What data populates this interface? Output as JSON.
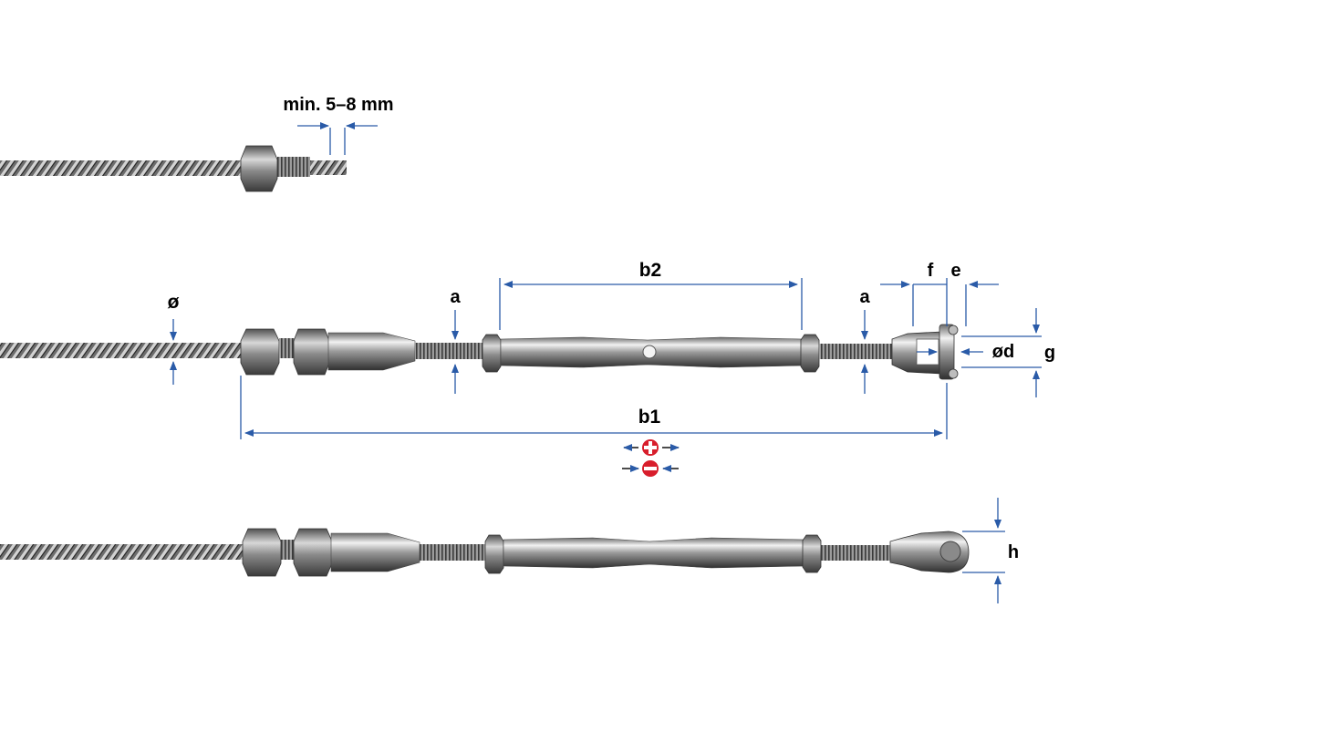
{
  "labels": {
    "gap": "min. 5–8 mm",
    "wire_diameter": "ø",
    "a_left": "a",
    "a_right": "a",
    "b2": "b2",
    "b1": "b1",
    "f": "f",
    "e": "e",
    "pin_diameter": "ød",
    "g": "g",
    "h": "h"
  },
  "colors": {
    "dimension_line": "#2a5ba8",
    "plus_minus_badge": "#d81e2c"
  },
  "icons": [
    "tighten-plus-icon",
    "loosen-minus-icon"
  ]
}
